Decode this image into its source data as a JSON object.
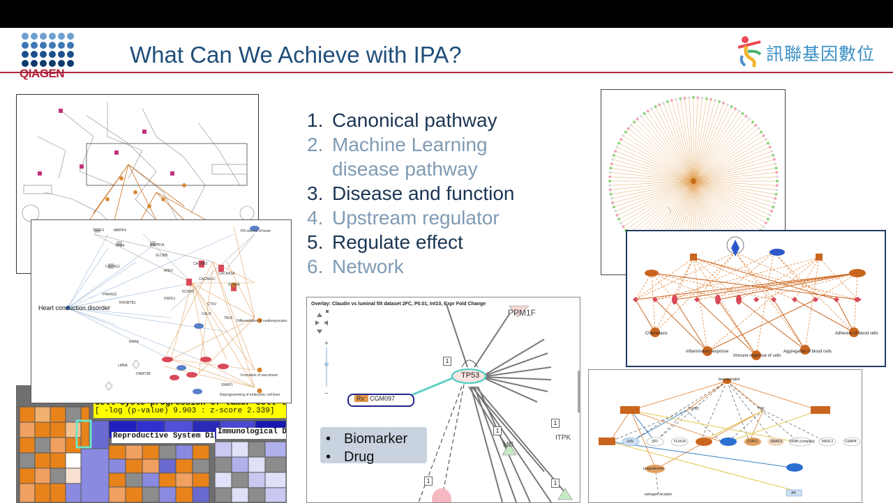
{
  "slide": {
    "title": "What Can We Achieve with IPA?",
    "brand_left": "QIAGEN",
    "brand_right": "訊聯基因數位",
    "accent_color": "#a8243c",
    "title_color": "#1f4e79"
  },
  "capabilities": [
    {
      "num": "1.",
      "label": "Canonical pathway",
      "highlight": true
    },
    {
      "num": "2.",
      "label": "Machine Learning",
      "label2": "disease pathway",
      "highlight": false
    },
    {
      "num": "3.",
      "label": "Disease and function",
      "highlight": true
    },
    {
      "num": "4.",
      "label": "Upstream regulator",
      "highlight": false
    },
    {
      "num": "5.",
      "label": "Regulate effect",
      "highlight": true
    },
    {
      "num": "6.",
      "label": "Network",
      "highlight": false
    }
  ],
  "heart_panel": {
    "disease_label": "Heart conduction disorder",
    "nodes": [
      "TGGF1",
      "MMPP4",
      "BMPR1A",
      "SLC8/B",
      "TPM4",
      "ANK2",
      "CACNB2",
      "CACNA1C",
      "CACNG1",
      "CACNA1A",
      "SCN5A",
      "PRKAG2",
      "KCNH2",
      "HSPE1",
      "CTSV",
      "RHOBTB1",
      "CALR",
      "TBX5",
      "RARA",
      "LMNA",
      "DNMT3B",
      "SNRP1"
    ],
    "phenotypes": [
      "PR interval of heart",
      "Differentiation of cardiomyocytes",
      "Formation of sarcomere",
      "Reprogramming of embryonic cell lines"
    ]
  },
  "heatmap_panel": {
    "title": "cell cycle progression of tumor cell lines",
    "stats": "[ -log (p-value) 9.903 : z-score 2.339]",
    "category_1": "Reproductive System Dis...",
    "category_2": "Immunological D..."
  },
  "overlay_panel": {
    "header": "Overlay: Claudin vs luminal filt dataset 2FC, P0.01, Int10, Expr Fold Change",
    "hub": "TP53",
    "nodes": [
      "PPM1F",
      "MB",
      "ITPK"
    ],
    "drug_prefix": "Rx:",
    "drug": "CGM097",
    "edge_count_label": "1",
    "bullets": [
      "Biomarker",
      "Drug"
    ]
  },
  "effect_panel": {
    "outcomes": [
      "Chemotaxis",
      "Inflammatory response",
      "Immune response of cells",
      "Aggregation of blood cells",
      "Adhesion of blood cells"
    ]
  },
  "upstream_panel": {
    "nodes": [
      "beta-estradiol",
      "TGFB1",
      "TNF",
      "JUN",
      "SP1",
      "FOXO4",
      "STAT3",
      "SMAD3",
      "NFkB (complex)",
      "NR3C1",
      "CEBPA",
      "progesterone",
      "estrogen receptor",
      "AR"
    ]
  }
}
